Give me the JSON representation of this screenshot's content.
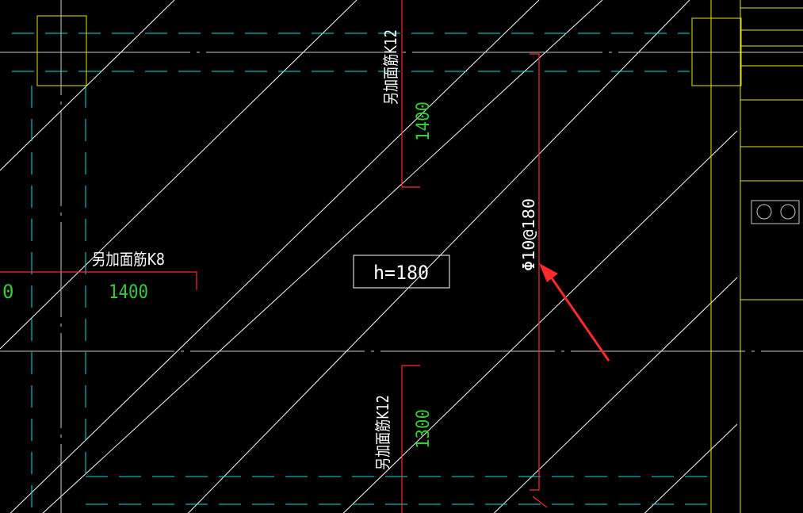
{
  "drawing": {
    "colors": {
      "background": "#000000",
      "hatch": "#ffffff",
      "axis": "#00e5e5",
      "beam_outline": "#e6e600",
      "rebar": "#ff2a2a",
      "dimension_text": "#33cc33",
      "label_text": "#ffffff",
      "arrow": "#ff2a2a",
      "thin_line": "#c8c8c8"
    },
    "rebar_top_label": "另加面筋K12",
    "rebar_top_length": "1400",
    "rebar_left_label": "另加面筋K8",
    "rebar_left_length": "1400",
    "rebar_left_cut_value": "0",
    "rebar_bottom_label": "另加面筋K12",
    "rebar_bottom_length": "1300",
    "slab_thickness": "h=180",
    "main_rebar_spec": "Φ10@180",
    "icons": [
      "circle-symbol-icon",
      "circle-symbol-icon"
    ]
  }
}
